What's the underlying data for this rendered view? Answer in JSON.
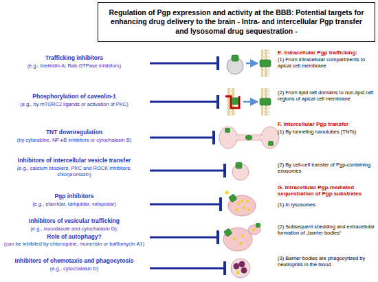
{
  "diagram": {
    "title": "Regulation of Pgp expression and activity at the BBB: Potential targets for enhancing drug delivery to the brain - Intra- and intercellular Pgp transfer and lysosomal drug sequestration -",
    "labels": [
      "Trafficking inhibitors",
      "(e.g., brefeldin A; Rab GTPase inhibitors)",
      "E. Intracellular Pgp trafficking:",
      "(1) From intracellular compartments to apical cell membrane",
      "Phosphorylation of caveolin-1",
      "(e.g., by mTORC2 ligands or activation of PKC)",
      "(2) From lipid raft domains to non-lipid raft regions of apical cell membrane",
      "TNT downregulation",
      "(by cytarabine, NF-κB inhibitors or cytochalasin B)",
      "F. Intercellular Pgp transfer",
      "(1) By tunneling nanotubes (TNTs)",
      "Inhibitors of intercellular vesicle transfer",
      "(e.g., calcium blockers, PKC and ROCK inhibitors, chlorpromazin)",
      "(2) By cell-cell transfer of Pgp-containing exosomes",
      "Pgp inhibitors",
      "(e.g., elacridar, tariquidar, valspodar)",
      "G. Intracellular Pgp-mediated sequestration of Pgp substrates",
      "(1) In lysosomes",
      "Inhibitors of vesicular trafficking",
      "(e.g., nocodazole and cytochalasin D);",
      "Role of autophagy?",
      "(can be inhibited by chloroquine, monensin or bafilomycin A1)",
      "(2) Subsequent shedding and extracellular formation of „barrier bodies“",
      "Inhibitors of chemotaxis and phagocytosis",
      "(e.g., cytochalasin D)",
      "(3) Barrier bodies are phagocytized by neutrophils in the blood"
    ]
  }
}
